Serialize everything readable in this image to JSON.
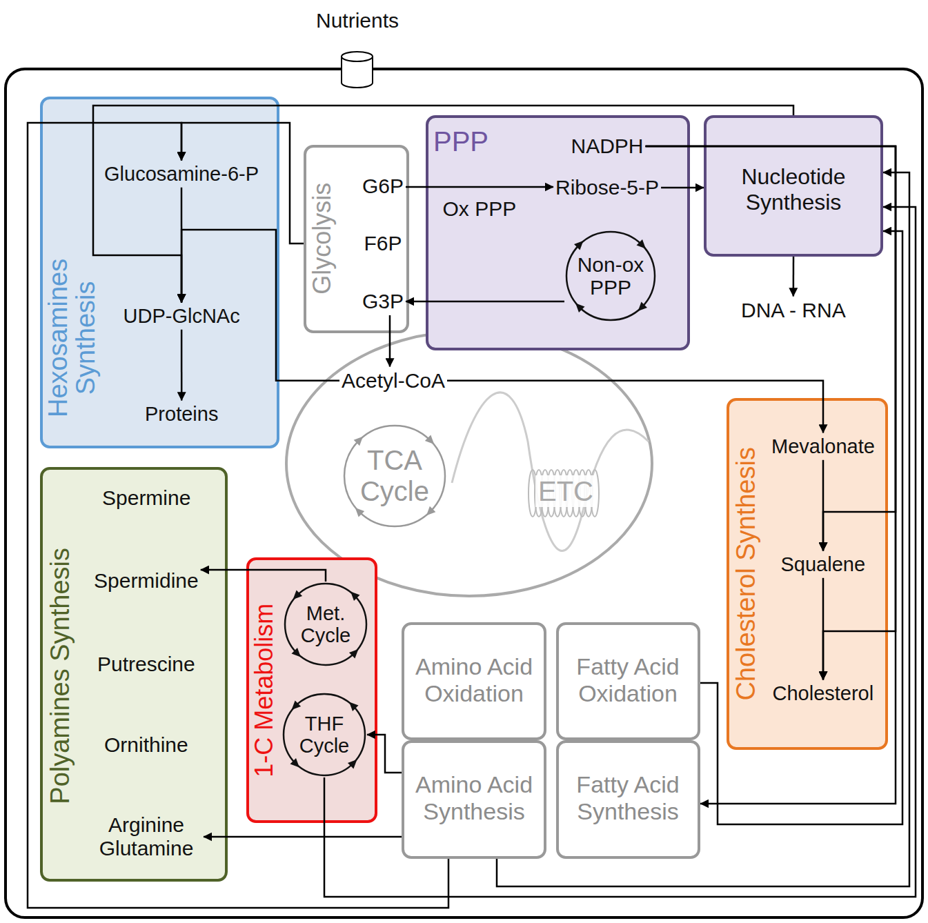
{
  "diagram": {
    "nodes": [
      {
        "text": [
          "Hexosamines Synthesis"
        ]
      },
      {
        "text": [
          "Glucosamine-6-P"
        ],
        "in": 0
      },
      {
        "text": [
          "UDP-GlcNAc"
        ],
        "in": 0
      },
      {
        "text": [
          "Proteins"
        ],
        "in": 0
      },
      {
        "text": [
          "Glycolysis"
        ]
      },
      {
        "text": [
          "G6P"
        ],
        "in": 4
      },
      {
        "text": [
          "F6P"
        ],
        "in": 4
      },
      {
        "text": [
          "G3P"
        ],
        "in": 4
      },
      {
        "text": [
          "PPP"
        ]
      },
      {
        "text": [
          "NADPH"
        ],
        "in": 8
      },
      {
        "text": [
          "Ribose-5-P"
        ],
        "in": 8
      },
      {
        "text": [
          "Non-ox PPP"
        ],
        "in": 8
      },
      {
        "text": [
          "Nucleotide Synthesis"
        ]
      },
      {
        "text": [
          "DNA - RNA"
        ]
      },
      {
        "text": [
          "Acetyl-CoA"
        ]
      },
      {
        "text": [
          "TCA Cycle"
        ]
      },
      {
        "text": [
          "ETC"
        ]
      },
      {
        "text": [
          "Cholesterol Synthesis"
        ]
      },
      {
        "text": [
          "Mevalonate"
        ],
        "in": 17
      },
      {
        "text": [
          "Squalene"
        ],
        "in": 17
      },
      {
        "text": [
          "Cholesterol"
        ],
        "in": 17
      },
      {
        "text": [
          "Polyamines Synthesis"
        ]
      },
      {
        "text": [
          "Spermine"
        ],
        "in": 21
      },
      {
        "text": [
          "Spermidine"
        ],
        "in": 21
      },
      {
        "text": [
          "Putrescine"
        ],
        "in": 21
      },
      {
        "text": [
          "Ornithine"
        ],
        "in": 21
      },
      {
        "text": [
          "Arginine Glutamine"
        ],
        "in": 21
      },
      {
        "text": [
          "1-C Metabolism"
        ]
      },
      {
        "text": [
          "Met. Cycle"
        ],
        "in": 27
      },
      {
        "text": [
          "THF Cycle"
        ],
        "in": 27
      },
      {
        "text": [
          "Amino Acid Oxidation"
        ]
      },
      {
        "text": [
          "Amino Acid Synthesis"
        ]
      },
      {
        "text": [
          "Fatty Acid Oxidation"
        ]
      },
      {
        "text": [
          "Fatty Acid Synthesis"
        ]
      }
    ],
    "edges": [
      {
        "from": 1,
        "to": 2,
        "arrow": "to"
      },
      {
        "from": 2,
        "to": 3,
        "arrow": "to"
      },
      {
        "from": 4,
        "to": 1,
        "arrow": "to"
      },
      {
        "from": 14,
        "to": 2,
        "arrow": "to"
      },
      {
        "from": 5,
        "to": 10,
        "label": "Ox PPP",
        "arrow": "to"
      },
      {
        "from": 11,
        "to": 7,
        "arrow": "to"
      },
      {
        "from": 10,
        "to": 12,
        "arrow": "to"
      },
      {
        "from": 12,
        "to": 13,
        "arrow": "to"
      },
      {
        "from": 7,
        "to": 14,
        "arrow": "to"
      },
      {
        "from": 14,
        "to": 18,
        "arrow": "to"
      },
      {
        "from": 18,
        "to": 19,
        "arrow": "to"
      },
      {
        "from": 19,
        "to": 20,
        "arrow": "to"
      },
      {
        "from": 9,
        "to": 19,
        "arrow": "to"
      },
      {
        "from": 9,
        "to": 20,
        "arrow": "to"
      },
      {
        "from": 9,
        "to": 33,
        "arrow": "to"
      },
      {
        "from": 12,
        "to": 2,
        "arrow": "to"
      },
      {
        "from": 31,
        "to": 26,
        "arrow": "to"
      },
      {
        "from": 28,
        "to": 23,
        "arrow": "to"
      },
      {
        "from": 31,
        "to": 29,
        "arrow": "to"
      },
      {
        "from": 29,
        "to": 12,
        "arrow": "to"
      },
      {
        "from": 31,
        "to": 12,
        "arrow": "to"
      },
      {
        "from": 31,
        "to": 1,
        "arrow": "to"
      },
      {
        "from": 32,
        "to": 12,
        "arrow": "to"
      }
    ],
    "labels": [
      "Nutrients"
    ]
  }
}
